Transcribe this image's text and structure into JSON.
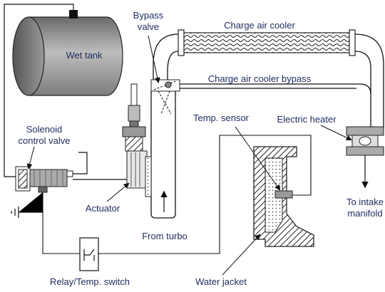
{
  "labels": {
    "wet_tank": "Wet tank",
    "bypass_valve_line1": "Bypass",
    "bypass_valve_line2": "valve",
    "charge_air_cooler": "Charge air cooler",
    "charge_air_cooler_bypass": "Charge air cooler bypass",
    "solenoid_line1": "Solenoid",
    "solenoid_line2": "control valve",
    "temp_sensor": "Temp. sensor",
    "electric_heater": "Electric heater",
    "actuator": "Actuator",
    "from_turbo": "From turbo",
    "to_intake_line1": "To intake",
    "to_intake_line2": "manifold",
    "relay_switch": "Relay/Temp. switch",
    "water_jacket": "Water jacket"
  }
}
